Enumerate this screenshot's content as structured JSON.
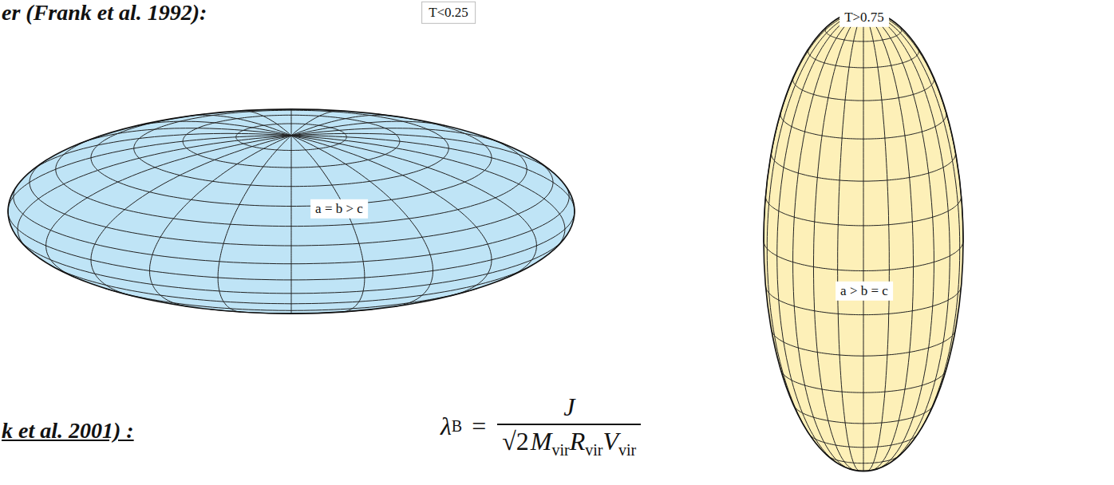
{
  "diagram": {
    "nodes": [
      {
        "text": [
          "T<0.25",
          "a = b > c"
        ]
      },
      {
        "text": [
          "T>0.75",
          "a > b = c"
        ]
      }
    ],
    "labels": [
      "er (Frank et al. 1992):",
      "k et al. 2001) :",
      "λ",
      "B",
      "=",
      "J",
      "√2",
      "M",
      "vir",
      "R",
      "vir",
      "V",
      "vir"
    ]
  }
}
